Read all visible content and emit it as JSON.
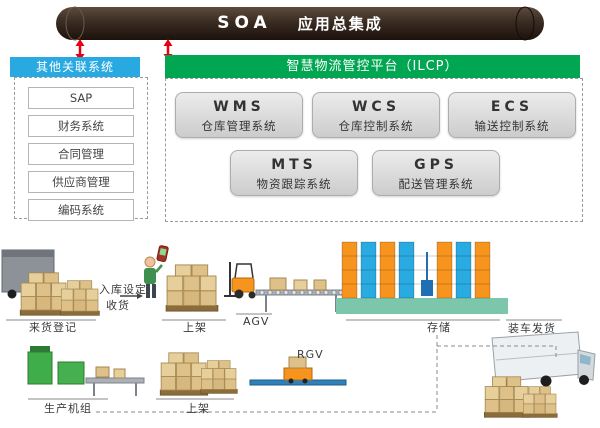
{
  "banner": {
    "soa": "SOA",
    "title": "应用总集成"
  },
  "left_panel": {
    "header": "其他关联系统",
    "items": [
      "SAP",
      "财务系统",
      "合同管理",
      "供应商管理",
      "编码系统"
    ]
  },
  "platform": {
    "header": "智慧物流管控平台（ILCP）",
    "modules": [
      {
        "abbr": "WMS",
        "name": "仓库管理系统"
      },
      {
        "abbr": "WCS",
        "name": "仓库控制系统"
      },
      {
        "abbr": "ECS",
        "name": "输送控制系统"
      },
      {
        "abbr": "MTS",
        "name": "物资跟踪系统"
      },
      {
        "abbr": "GPS",
        "name": "配送管理系统"
      }
    ]
  },
  "process": {
    "incoming": "来货登记",
    "inbound_setting": "入库设定",
    "receiving": "收货",
    "shelving_top": "上架",
    "agv": "AGV",
    "storage": "存储",
    "shipping": "装车发货",
    "production": "生产机组",
    "shelving_bottom": "上架",
    "rgv": "RGV"
  },
  "colors": {
    "banner_bg": "#38291f",
    "left_header_bg": "#29a9e1",
    "platform_header_bg": "#00a651",
    "arrow_red": "#e60012"
  }
}
